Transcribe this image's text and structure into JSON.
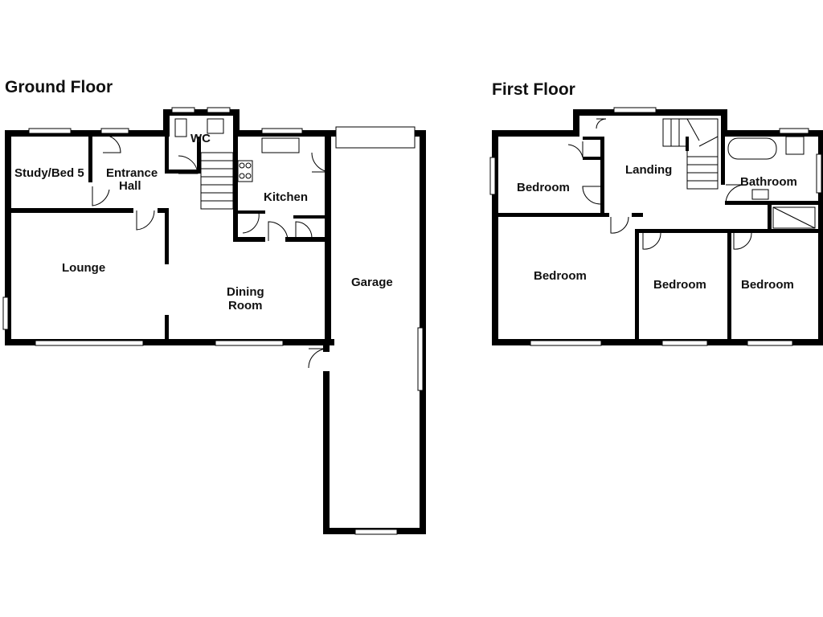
{
  "ground_floor": {
    "title": "Ground Floor",
    "rooms": {
      "study": "Study/Bed 5",
      "entrance_1": "Entrance",
      "entrance_2": "Hall",
      "wc": "WC",
      "kitchen": "Kitchen",
      "lounge": "Lounge",
      "dining_1": "Dining",
      "dining_2": "Room",
      "garage": "Garage"
    }
  },
  "first_floor": {
    "title": "First Floor",
    "rooms": {
      "bedroom_nw": "Bedroom",
      "landing": "Landing",
      "bathroom": "Bathroom",
      "bedroom_sw": "Bedroom",
      "bedroom_mid": "Bedroom",
      "bedroom_se": "Bedroom"
    }
  }
}
